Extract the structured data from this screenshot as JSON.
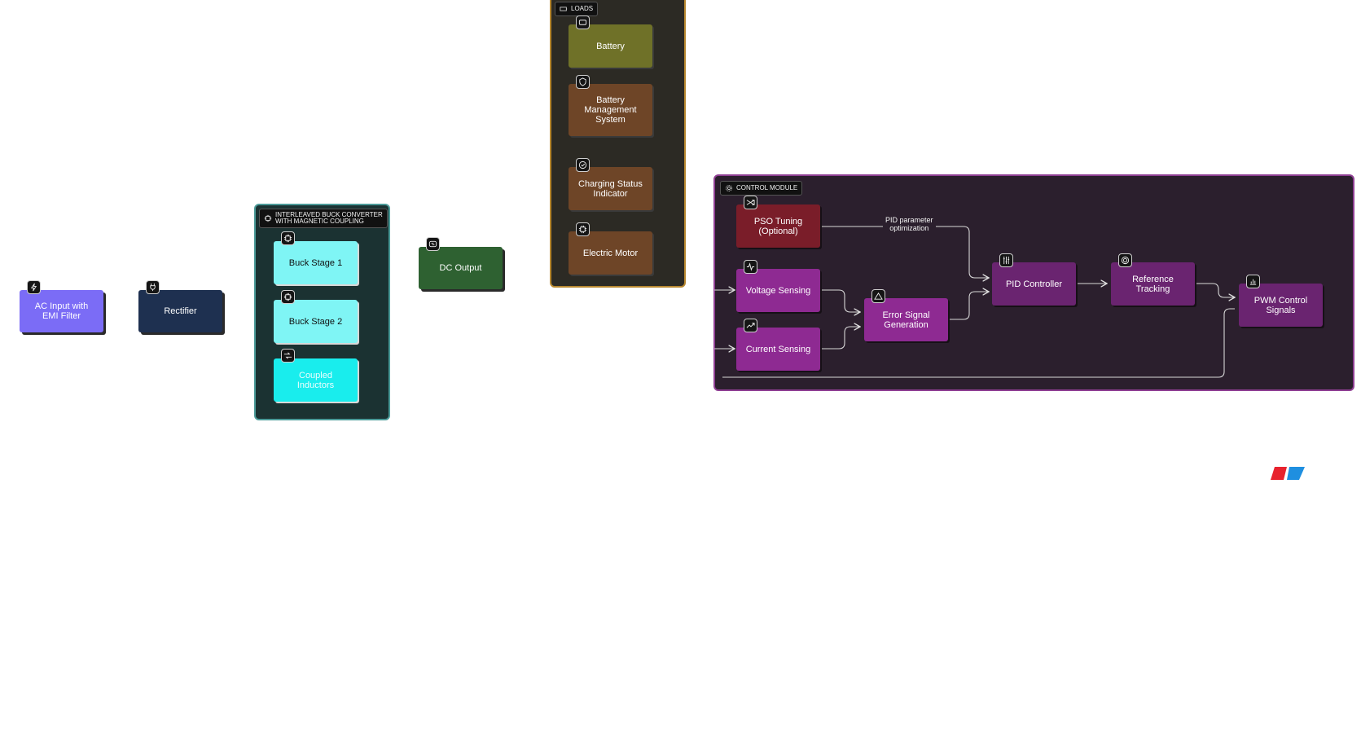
{
  "groups": {
    "loads": {
      "title": "LOADS",
      "icon": "battery-icon"
    },
    "converter": {
      "title_line1": "INTERLEAVED BUCK CONVERTER",
      "title_line2": "WITH MAGNETIC COUPLING",
      "icon": "chip-icon"
    },
    "control": {
      "title": "CONTROL MODULE",
      "icon": "gear-icon"
    }
  },
  "nodes": {
    "ac_input": {
      "line1": "AC Input with",
      "line2": "EMI Filter",
      "icon": "lightning-icon"
    },
    "rectifier": {
      "label": "Rectifier",
      "icon": "plug-icon"
    },
    "buck1": {
      "label": "Buck Stage 1",
      "icon": "chip-icon"
    },
    "buck2": {
      "label": "Buck Stage 2",
      "icon": "chip-icon"
    },
    "coupled": {
      "line1": "Coupled",
      "line2": "Inductors",
      "icon": "inductor-icon"
    },
    "dc_output": {
      "label": "DC Output",
      "icon": "converter-icon"
    },
    "battery": {
      "label": "Battery",
      "icon": "battery-icon"
    },
    "bms": {
      "line1": "Battery",
      "line2": "Management",
      "line3": "System",
      "icon": "shield-icon"
    },
    "charging": {
      "line1": "Charging Status",
      "line2": "Indicator",
      "icon": "check-circle-icon"
    },
    "motor": {
      "label": "Electric Motor",
      "icon": "chip-icon"
    },
    "pso": {
      "line1": "PSO Tuning",
      "line2": "(Optional)",
      "icon": "shuffle-icon"
    },
    "voltage": {
      "label": "Voltage Sensing",
      "icon": "pulse-icon"
    },
    "current": {
      "label": "Current Sensing",
      "icon": "trend-up-icon"
    },
    "error": {
      "line1": "Error Signal",
      "line2": "Generation",
      "icon": "triangle-icon"
    },
    "pid": {
      "label": "PID Controller",
      "icon": "sliders-icon"
    },
    "reference": {
      "line1": "Reference",
      "line2": "Tracking",
      "icon": "target-icon"
    },
    "pwm": {
      "line1": "PWM Control",
      "line2": "Signals",
      "icon": "bar-chart-icon"
    }
  },
  "edges": {
    "pso_pid": {
      "line1": "PID parameter",
      "line2": "optimization"
    }
  },
  "colors": {
    "ac_input": "#7b6cf6",
    "rectifier": "#1e3050",
    "converter_group": "#1b3232",
    "buck_light": "#7ff5f5",
    "coupled": "#19eded",
    "dc_output": "#2e6131",
    "loads_group": "#2c2a24",
    "battery": "#6f7128",
    "loads_brown": "#6e4527",
    "control_group": "#2b1f2d",
    "pso": "#7a1d29",
    "sensing": "#8e2a92",
    "control_node": "#6a2470"
  }
}
